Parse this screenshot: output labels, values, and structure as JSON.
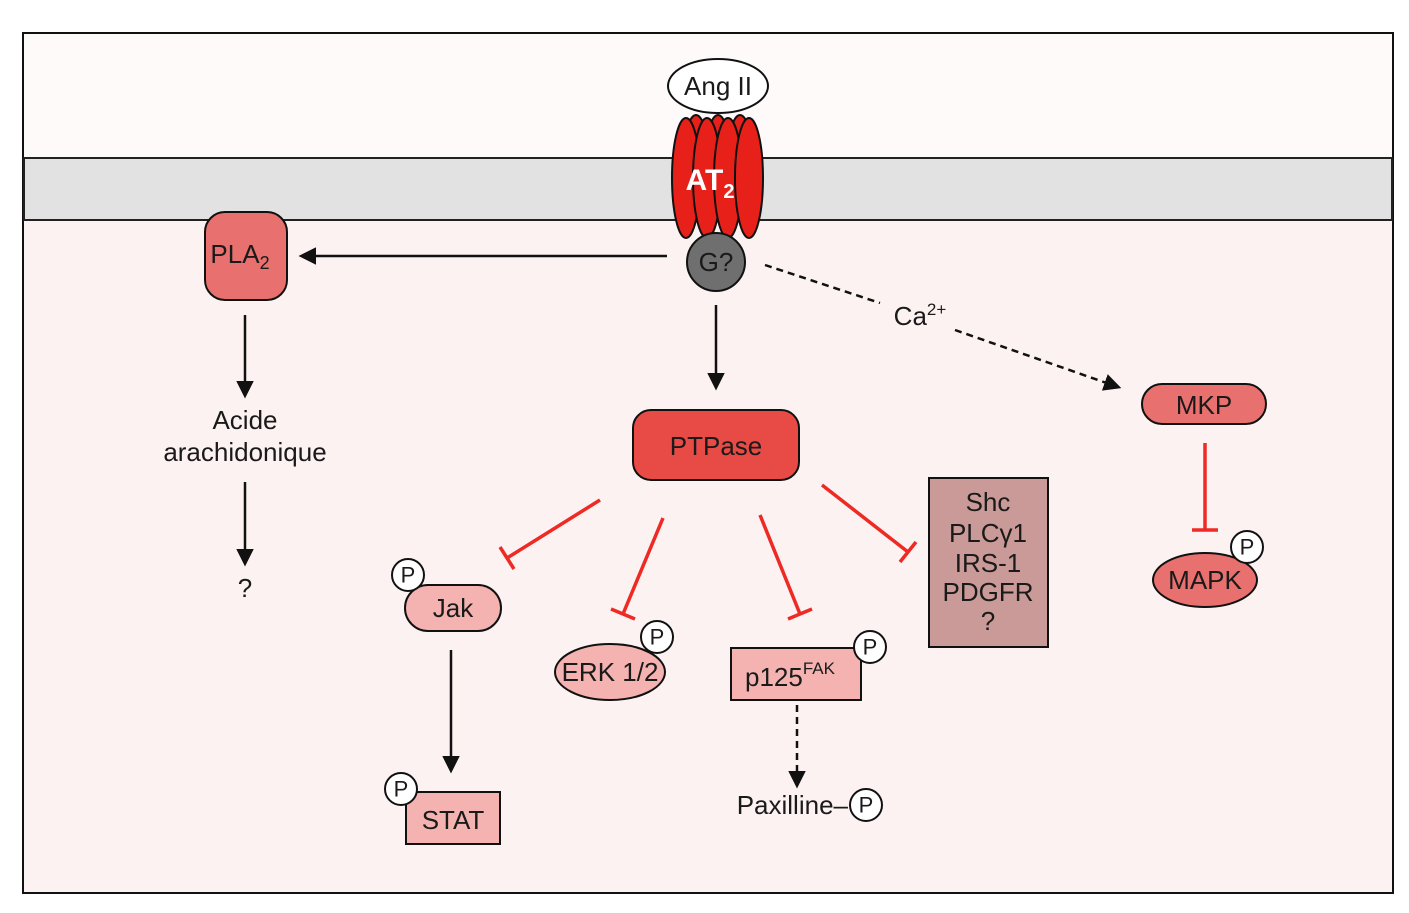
{
  "colors": {
    "background": "#fdf2f2",
    "membrane": "#e2e2e2",
    "receptor": "#e8201a",
    "gprotein": "#6f6f6f",
    "ptpase": "#e84a45",
    "medium": "#e8706e",
    "light": "#f4b3b0",
    "inhibit": "#ee2a24",
    "box": "#c99a97"
  },
  "ligand": "Ang II",
  "receptor": {
    "label": "AT",
    "sub": "2"
  },
  "gprotein": "G?",
  "pla2": {
    "label": "PLA",
    "sub": "2"
  },
  "acide": [
    "Acide",
    "arachidonique"
  ],
  "unknown": "?",
  "ptpase": "PTPase",
  "calcium": {
    "label": "Ca",
    "sup": "2+"
  },
  "mkp": "MKP",
  "mapk": "MAPK",
  "phospho": "P",
  "jak": "Jak",
  "stat": "STAT",
  "erk": "ERK 1/2",
  "fak": {
    "label": "p125",
    "sup": "FAK"
  },
  "paxilline": "Paxilline–",
  "substrates": [
    "Shc",
    "PLCγ1",
    "IRS-1",
    "PDGFR",
    "?"
  ]
}
